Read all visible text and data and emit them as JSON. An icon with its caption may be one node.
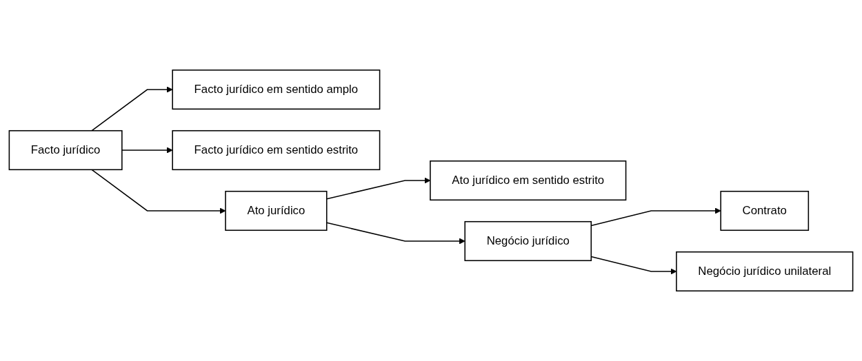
{
  "diagram": {
    "nodes": [
      {
        "text": [
          "Facto jurídico"
        ]
      },
      {
        "text": [
          "Facto jurídico em sentido amplo"
        ]
      },
      {
        "text": [
          "Facto jurídico em sentido estrito"
        ]
      },
      {
        "text": [
          "Ato jurídico"
        ]
      },
      {
        "text": [
          "Ato jurídico em sentido estrito"
        ]
      },
      {
        "text": [
          "Negócio jurídico"
        ]
      },
      {
        "text": [
          "Contrato"
        ]
      },
      {
        "text": [
          "Negócio jurídico unilateral"
        ]
      }
    ],
    "edges": [
      {
        "from": 0,
        "to": 1,
        "arrow": "to"
      },
      {
        "from": 0,
        "to": 2,
        "arrow": "to"
      },
      {
        "from": 0,
        "to": 3,
        "arrow": "to"
      },
      {
        "from": 3,
        "to": 4,
        "arrow": "to"
      },
      {
        "from": 3,
        "to": 5,
        "arrow": "to"
      },
      {
        "from": 5,
        "to": 6,
        "arrow": "to"
      },
      {
        "from": 5,
        "to": 7,
        "arrow": "to"
      }
    ]
  }
}
